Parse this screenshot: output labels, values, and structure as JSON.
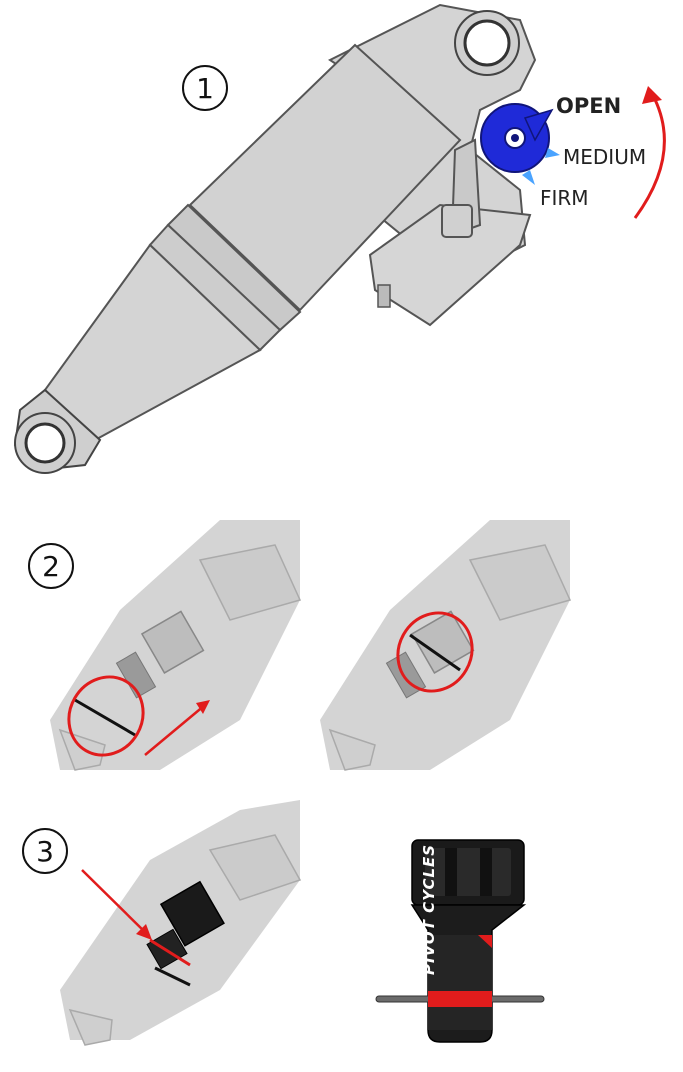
{
  "steps": {
    "one": "1",
    "two": "2",
    "three": "3"
  },
  "positions": {
    "open": "OPEN",
    "medium": "MEDIUM",
    "firm": "FIRM"
  },
  "tool": {
    "logo_text": "PIVOT CYCLES"
  },
  "colors": {
    "shock_body": "#d4d4d4",
    "shock_outline": "#555555",
    "lever_blue": "#1f2ad8",
    "arrow_red": "#e11c1c",
    "tool_black": "#1a1a1a",
    "tool_red": "#e11c1c"
  }
}
